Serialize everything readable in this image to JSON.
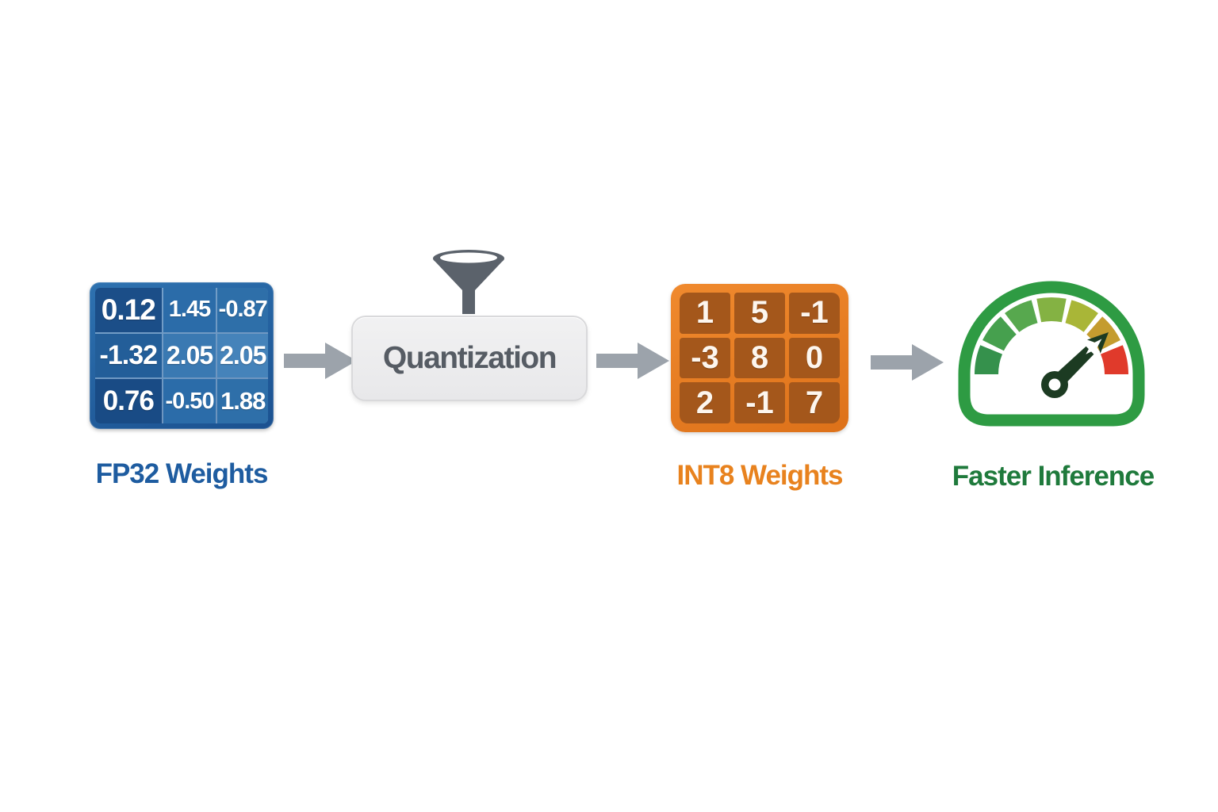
{
  "colors": {
    "fp32_blue": "#1e5ca0",
    "int8_orange": "#e8821e",
    "inference_green": "#1f7a3c",
    "arrow_gray": "#9ca3ab",
    "process_gray": "#5b626b"
  },
  "fp32": {
    "label": "FP32 Weights",
    "matrix": [
      [
        "0.12",
        "1.45",
        "-0.87"
      ],
      [
        "-1.32",
        "2.05",
        "2.05"
      ],
      [
        "0.76",
        "-0.50",
        "1.88"
      ]
    ]
  },
  "process": {
    "label": "Quantization",
    "icon": "funnel-icon"
  },
  "int8": {
    "label": "INT8 Weights",
    "matrix": [
      [
        "1",
        "5",
        "-1"
      ],
      [
        "-3",
        "8",
        "0"
      ],
      [
        "2",
        "-1",
        "7"
      ]
    ]
  },
  "result": {
    "label": "Faster Inference",
    "icon": "speedometer-icon"
  }
}
